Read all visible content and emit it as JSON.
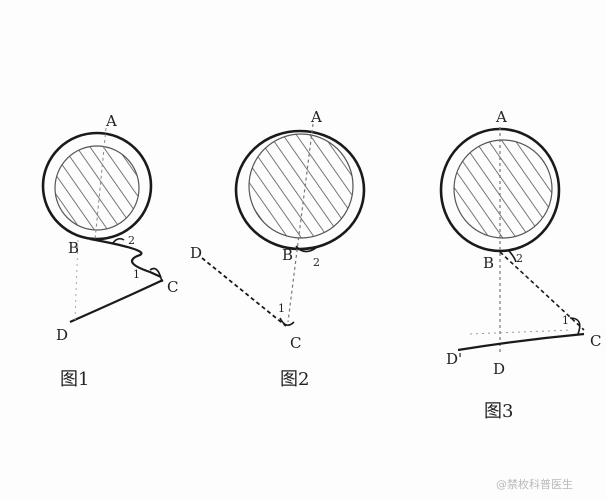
{
  "figures": [
    {
      "caption": "图1",
      "points": {
        "A": "A",
        "B": "B",
        "C": "C",
        "D": "D"
      },
      "angles": {
        "one": "1",
        "two": "2"
      }
    },
    {
      "caption": "图2",
      "points": {
        "A": "A",
        "B": "B",
        "C": "C",
        "D": "D"
      },
      "angles": {
        "one": "1",
        "two": "2"
      }
    },
    {
      "caption": "图3",
      "points": {
        "A": "A",
        "B": "B",
        "C": "C",
        "D": "D",
        "D_prime": "D'"
      },
      "angles": {
        "one": "1",
        "two": "2"
      }
    }
  ],
  "watermark": "@禁枚科普医生",
  "colors": {
    "ink": "#1a1a1a",
    "hatch": "#555555",
    "dash": "#7a7a7a"
  }
}
